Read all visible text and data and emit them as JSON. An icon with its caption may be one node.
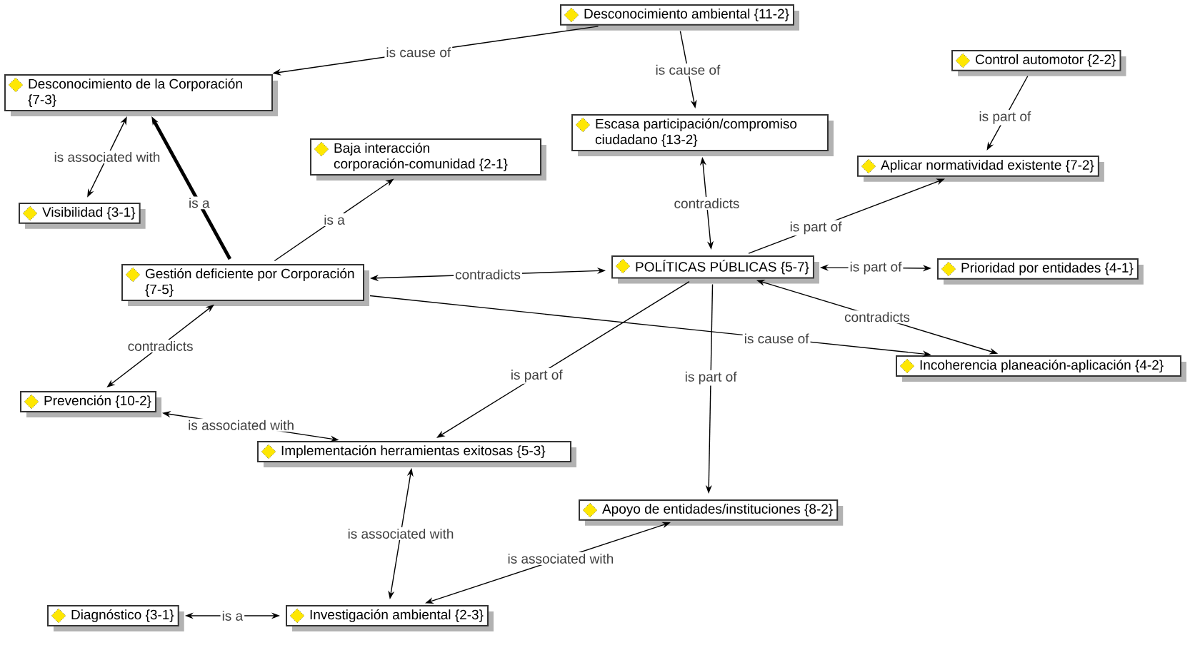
{
  "diagram": {
    "nodes": [
      {
        "text": [
          "Desconocimiento ambiental {11-2}"
        ]
      },
      {
        "text": [
          "Desconocimiento de la Corporación {7-3}"
        ]
      },
      {
        "text": [
          "Control automotor {2-2}"
        ]
      },
      {
        "text": [
          "Escasa participación/compromiso ciudadano {13-2}"
        ]
      },
      {
        "text": [
          "Baja interacción corporación-comunidad {2-1}"
        ]
      },
      {
        "text": [
          "Aplicar normatividad existente {7-2}"
        ]
      },
      {
        "text": [
          "Visibilidad {3-1}"
        ]
      },
      {
        "text": [
          "Gestión deficiente por Corporación {7-5}"
        ]
      },
      {
        "text": [
          "POLÍTICAS PÚBLICAS {5-7}"
        ]
      },
      {
        "text": [
          "Prioridad por entidades {4-1}"
        ]
      },
      {
        "text": [
          "Incoherencia planeación-aplicación {4-2}"
        ]
      },
      {
        "text": [
          "Prevención {10-2}"
        ]
      },
      {
        "text": [
          "Implementación herramientas exitosas {5-3}"
        ]
      },
      {
        "text": [
          "Apoyo de entidades/instituciones {8-2}"
        ]
      },
      {
        "text": [
          "Diagnóstico {3-1}"
        ]
      },
      {
        "text": [
          "Investigación ambiental {2-3}"
        ]
      }
    ],
    "edges": [
      {
        "from": 0,
        "to": 1,
        "arrow": "to",
        "label": "is cause of"
      },
      {
        "from": 0,
        "to": 3,
        "arrow": "to",
        "label": "is cause of"
      },
      {
        "from": 2,
        "to": 5,
        "arrow": "to",
        "label": "is part of"
      },
      {
        "from": 3,
        "to": 8,
        "arrow": "both",
        "label": "contradicts"
      },
      {
        "from": 1,
        "to": 6,
        "arrow": "both",
        "label": "is associated with"
      },
      {
        "from": 7,
        "to": 1,
        "arrow": "to",
        "label": "is a",
        "style": "thick"
      },
      {
        "from": 7,
        "to": 4,
        "arrow": "to",
        "label": "is a"
      },
      {
        "from": 7,
        "to": 8,
        "arrow": "both",
        "label": "contradicts"
      },
      {
        "from": 8,
        "to": 5,
        "arrow": "to",
        "label": "is part of"
      },
      {
        "from": 8,
        "to": 9,
        "arrow": "both",
        "label": "is part of"
      },
      {
        "from": 8,
        "to": 10,
        "arrow": "both",
        "label": "contradicts"
      },
      {
        "from": 7,
        "to": 10,
        "arrow": "to",
        "label": "is cause of"
      },
      {
        "from": 7,
        "to": 11,
        "arrow": "both",
        "label": "contradicts"
      },
      {
        "from": 8,
        "to": 12,
        "arrow": "to",
        "label": "is part of"
      },
      {
        "from": 8,
        "to": 13,
        "arrow": "to",
        "label": "is part of"
      },
      {
        "from": 11,
        "to": 12,
        "arrow": "both",
        "label": "is associated with"
      },
      {
        "from": 12,
        "to": 15,
        "arrow": "both",
        "label": "is associated with"
      },
      {
        "from": 13,
        "to": 15,
        "arrow": "both",
        "label": "is associated with"
      },
      {
        "from": 15,
        "to": 14,
        "arrow": "both",
        "label": "is a"
      }
    ]
  }
}
